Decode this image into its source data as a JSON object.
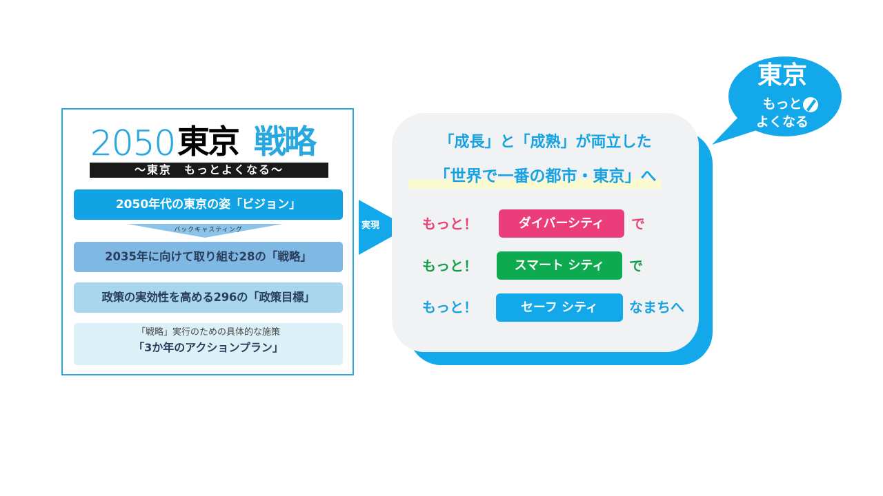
{
  "left_panel": {
    "logo": {
      "number": "2050",
      "word_black": "東京",
      "word_blue": "戦略",
      "banner": "～東京　もっとよくなる～"
    },
    "tiers": {
      "vision": "2050年代の東京の姿「ビジョン」",
      "backcasting": "バックキャスティング",
      "strategy": "2035年に向けて取り組む28の「戦略」",
      "policy": "政策の実効性を高める296の「政策目標」",
      "action_sub": "「戦略」実行のための具体的な施策",
      "action_main": "「3か年のアクションプラン」"
    }
  },
  "connector": {
    "label": "実現"
  },
  "bubble": {
    "headline_1": "「成長」と「成熟」が両立した",
    "headline_2": "「世界で一番の都市・東京」へ",
    "rows": [
      {
        "motto": "もっと！",
        "pill": "ダイバーシティ",
        "suffix": "で"
      },
      {
        "motto": "もっと！",
        "pill": "スマート シティ",
        "suffix": "で"
      },
      {
        "motto": "もっと！",
        "pill": "セーフ シティ",
        "suffix": "なまちへ"
      }
    ]
  },
  "badge": {
    "title": "東京",
    "line1": "もっと",
    "line2": "よくなる",
    "icon": "pen-icon"
  },
  "colors": {
    "accent_blue": "#12a8ea",
    "pink": "#ea3d7a",
    "green": "#0eaa4f",
    "bubble_bg": "#f1f2f3"
  }
}
